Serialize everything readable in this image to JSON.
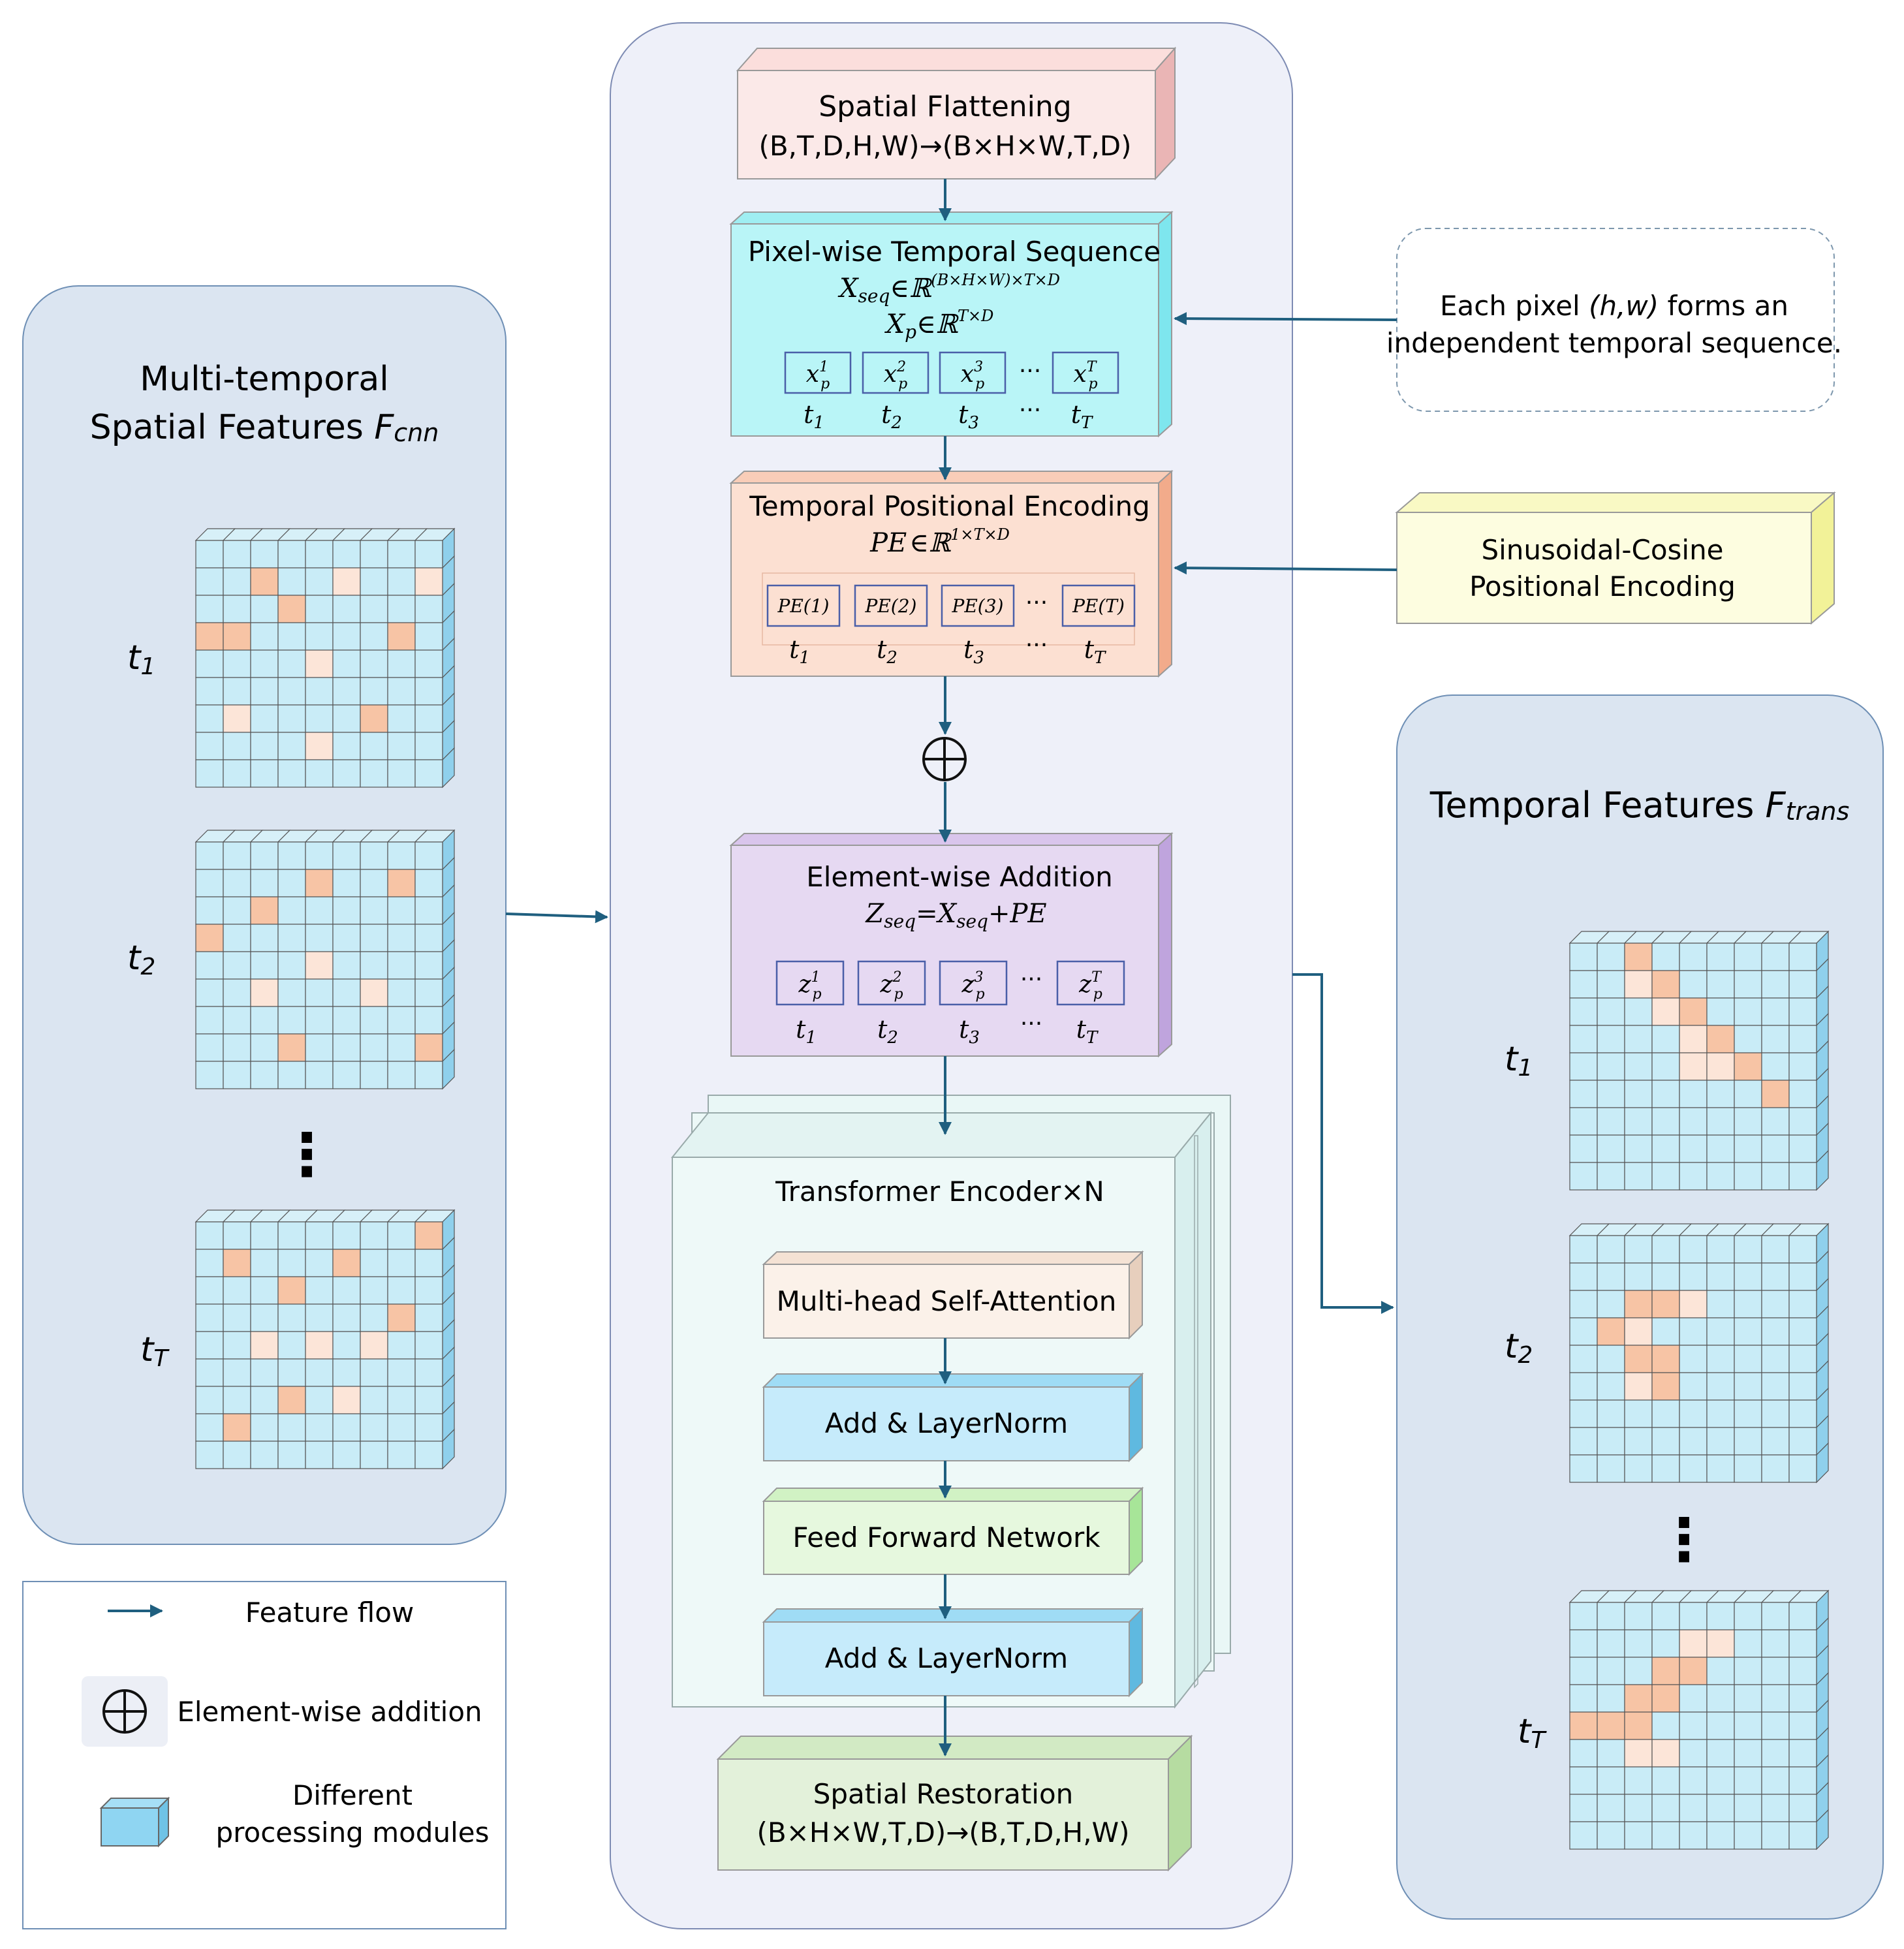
{
  "left_panel": {
    "title_line1": "Multi-temporal",
    "title_line2": "Spatial Features ",
    "title_sub": "F",
    "title_subscript": "cnn",
    "labels": [
      {
        "main": "t",
        "sub": "1"
      },
      {
        "main": "t",
        "sub": "2"
      },
      {
        "main": "t",
        "sub": "T"
      }
    ],
    "ellipsis": "⋮"
  },
  "right_panel": {
    "title": "Temporal Features ",
    "title_sub": "F",
    "title_subscript": "trans",
    "labels": [
      {
        "main": "t",
        "sub": "1"
      },
      {
        "main": "t",
        "sub": "2"
      },
      {
        "main": "t",
        "sub": "T"
      }
    ],
    "ellipsis": "⋮"
  },
  "pipeline": {
    "spatial_flattening": {
      "title": "Spatial Flattening",
      "formula": "(B,T,D,H,W)→(B×H×W,T,D)"
    },
    "pixel_sequence": {
      "title": "Pixel-wise Temporal Sequence",
      "formula1_lhs": "X",
      "formula1_sub": "seq",
      "formula1_rel": "∈ℝ",
      "formula1_sup": "(B×H×W)×T×D",
      "formula2_lhs": "X",
      "formula2_sub": "p",
      "formula2_rel": "∈ℝ",
      "formula2_sup": "T×D",
      "tokens": [
        {
          "base": "x",
          "sup": "1",
          "sub": "p"
        },
        {
          "base": "x",
          "sup": "2",
          "sub": "p"
        },
        {
          "base": "x",
          "sup": "3",
          "sub": "p"
        },
        {
          "base": "x",
          "sup": "T",
          "sub": "p"
        }
      ],
      "time_labels": [
        {
          "main": "t",
          "sub": "1"
        },
        {
          "main": "t",
          "sub": "2"
        },
        {
          "main": "t",
          "sub": "3"
        },
        {
          "main": "t",
          "sub": "T"
        }
      ],
      "dots": "···"
    },
    "positional_encoding": {
      "title": "Temporal Positional Encoding",
      "formula_lhs": "PE",
      "formula_rel": "∈ℝ",
      "formula_sup": "1×T×D",
      "tokens": [
        "PE(1)",
        "PE(2)",
        "PE(3)",
        "PE(T)"
      ],
      "time_labels": [
        {
          "main": "t",
          "sub": "1"
        },
        {
          "main": "t",
          "sub": "2"
        },
        {
          "main": "t",
          "sub": "3"
        },
        {
          "main": "t",
          "sub": "T"
        }
      ],
      "dots": "···"
    },
    "addition": {
      "title": "Element-wise Addition",
      "formula_a": "Z",
      "formula_a_sub": "seq",
      "formula_eq": "=X",
      "formula_b_sub": "seq",
      "formula_tail": "+PE",
      "tokens": [
        {
          "base": "z",
          "sup": "1",
          "sub": "p"
        },
        {
          "base": "z",
          "sup": "2",
          "sub": "p"
        },
        {
          "base": "z",
          "sup": "3",
          "sub": "p"
        },
        {
          "base": "z",
          "sup": "T",
          "sub": "p"
        }
      ],
      "time_labels": [
        {
          "main": "t",
          "sub": "1"
        },
        {
          "main": "t",
          "sub": "2"
        },
        {
          "main": "t",
          "sub": "3"
        },
        {
          "main": "t",
          "sub": "T"
        }
      ],
      "dots": "···"
    },
    "encoder": {
      "title": "Transformer Encoder×N",
      "blocks": [
        "Multi-head Self-Attention",
        "Add & LayerNorm",
        "Feed Forward Network",
        "Add & LayerNorm"
      ]
    },
    "spatial_restoration": {
      "title": "Spatial Restoration",
      "formula": "(B×H×W,T,D)→(B,T,D,H,W)"
    }
  },
  "side_notes": {
    "pixel_note_line1_pre": "Each pixel ",
    "pixel_note_line1_em": "(h,w)",
    "pixel_note_line1_post": " forms an",
    "pixel_note_line2": "independent temporal sequence.",
    "sinusoid_line1": "Sinusoidal-Cosine",
    "sinusoid_line2": "Positional Encoding"
  },
  "legend": {
    "feature_flow": "Feature flow",
    "addition": "Element-wise addition",
    "modules_line1": "Different",
    "modules_line2": "processing modules"
  },
  "colors": {
    "arrow": "#1f5f7f",
    "cell_blue": "#c9ecf7",
    "cell_orange": "#f7c4a5",
    "cell_light": "#fce5d8",
    "grid_line": "#555555",
    "panel_left": "#dbe5f1",
    "panel_center": "#eef0f9",
    "flatten_box": "#fbe9e8",
    "sequence_box": "#b9f5f7",
    "pe_box": "#fce0d2",
    "add_box": "#e6d9f2",
    "encoder_box": "#eef9f8",
    "mhsa_box": "#fbf1e9",
    "layernorm_box": "#c6ebfb",
    "ffn_box": "#e6f8de",
    "restore_box": "#e3f1da",
    "sinusoid_box": "#fdfde0"
  }
}
